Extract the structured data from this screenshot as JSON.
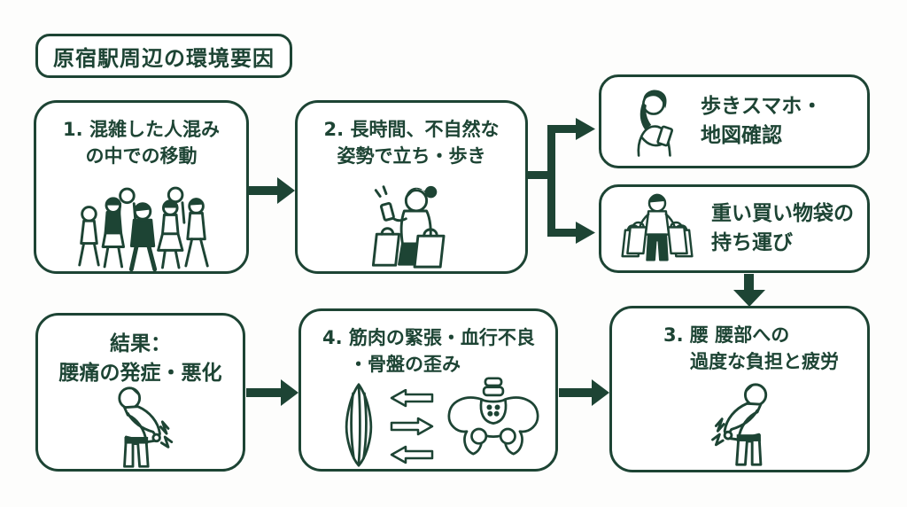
{
  "colors": {
    "ink": "#1d4434",
    "background": "#fdfdfc",
    "box_fill": "#ffffff"
  },
  "title": {
    "text": "原宿駅周辺の環境要因"
  },
  "flow": {
    "factor1": {
      "line1": "1. 混雑した人混み",
      "line2": "の中での移動",
      "icon": "crowd-illustration"
    },
    "factor2": {
      "line1": "2. 長時間、不自然な",
      "line2": "姿勢で立ち・歩き",
      "icon": "woman-phone-shopping-illustration"
    },
    "branch_smartphone": {
      "line1": "歩きスマホ・",
      "line2": "地図確認",
      "icon": "person-smartphone-illustration"
    },
    "branch_bags": {
      "line1": "重い買い物袋の",
      "line2": "持ち運び",
      "icon": "person-carrying-bags-illustration"
    },
    "factor3": {
      "line1": "3. 腰 腰部への",
      "line2": "過度な負担と疲労",
      "icon": "back-pain-illustration"
    },
    "factor4": {
      "line1": "4. 筋肉の緊張・血行不良",
      "line2": "・骨盤の歪み",
      "icons": [
        "muscle-icon",
        "exchange-arrows-icon",
        "pelvis-icon"
      ]
    },
    "result": {
      "line1": "結果：",
      "line2": "腰痛の発症・悪化",
      "icon": "back-pain-result-illustration"
    }
  },
  "connectors": [
    "arrow-factor1-to-factor2",
    "branch-factor2-to-smartphone-and-bags",
    "arrow-bags-down-to-factor3",
    "arrow-factor4-to-factor3",
    "arrow-result-to-factor4"
  ]
}
